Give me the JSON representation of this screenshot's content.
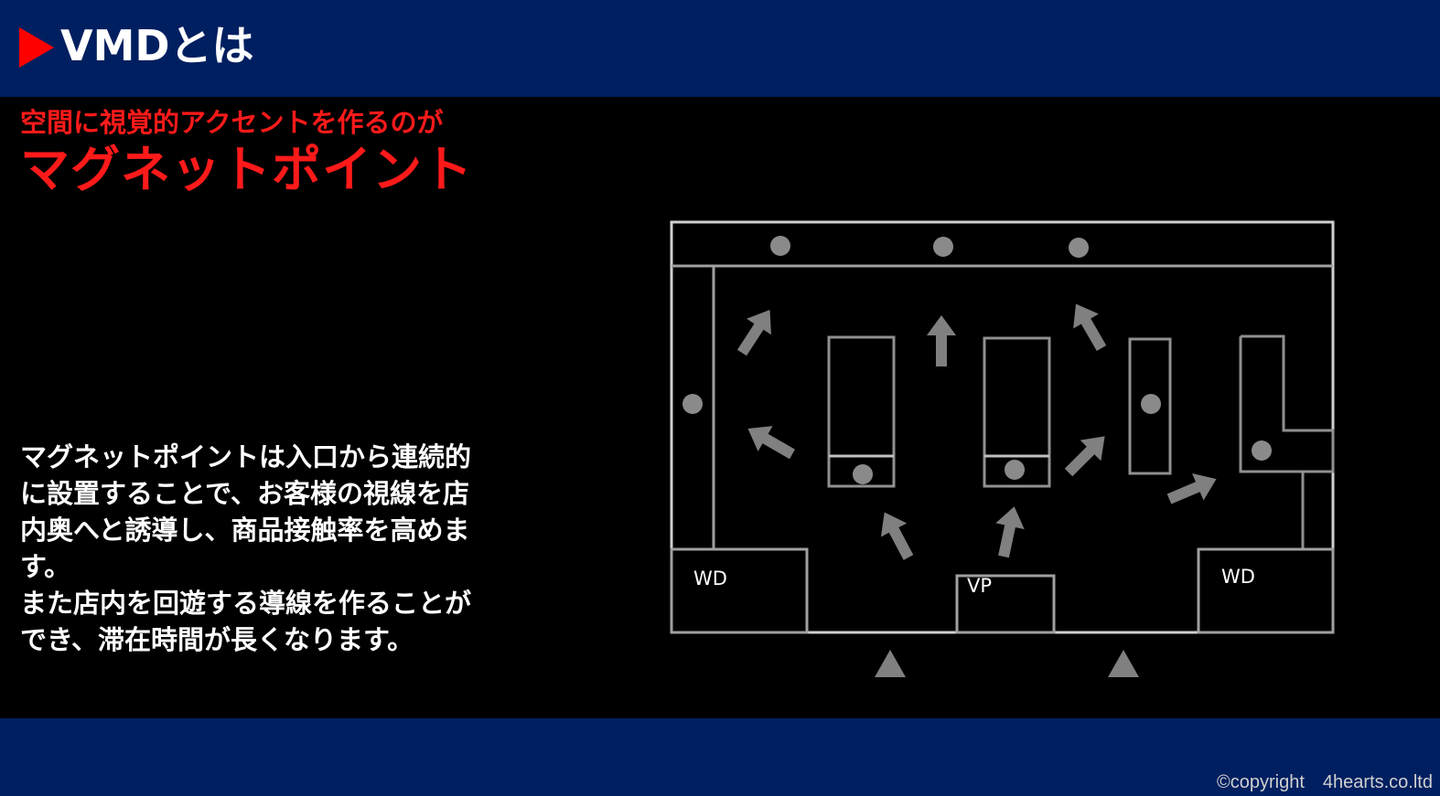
{
  "header": {
    "title": "VMDとは"
  },
  "subtitle": "空間に視覚的アクセントを作るのが",
  "headline": "マグネットポイント",
  "body": {
    "lines": [
      "マグネットポイントは入口から連続的",
      "に設置することで、お客様の視線を店",
      "内奥へと誘導し、商品接触率を高めま",
      "す。",
      "また店内を回遊する導線を作ることが",
      "でき、滞在時間が長くなります。"
    ]
  },
  "floorplan": {
    "labels": {
      "wd_left": "WD",
      "vp": "VP",
      "wd_right": "WD"
    },
    "colors": {
      "outer_wall": "#d0d0d0",
      "fixture": "#909090",
      "marker": "#8a8a8a",
      "arrow": "#808080"
    }
  },
  "footer": {
    "copyright": "©copyright　4hearts.co.ltd"
  },
  "colors": {
    "header_bg": "#001f60",
    "accent_red": "#ff1a1a",
    "background": "#000000"
  }
}
